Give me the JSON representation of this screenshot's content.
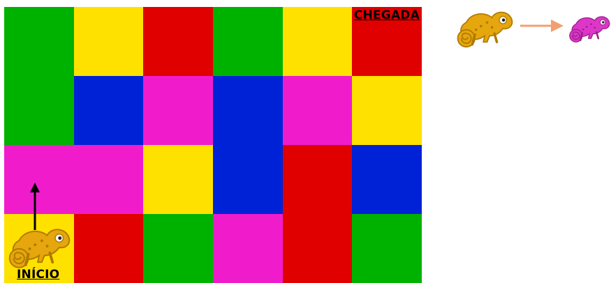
{
  "board": {
    "rows": [
      [
        "green",
        "yellow",
        "red",
        "green",
        "yellow",
        "red"
      ],
      [
        "green",
        "blue",
        "magenta",
        "blue",
        "magenta",
        "yellow"
      ],
      [
        "magenta",
        "magenta",
        "yellow",
        "blue",
        "red",
        "blue"
      ],
      [
        "yellow",
        "red",
        "green",
        "magenta",
        "red",
        "green"
      ]
    ],
    "finish_label": "CHEGADA",
    "start_label": "INÍCIO",
    "finish_cell": [
      0,
      5
    ],
    "start_cell": [
      3,
      0
    ]
  },
  "palette": {
    "green": "#00b200",
    "yellow": "#ffe100",
    "red": "#e00000",
    "blue": "#0022d6",
    "magenta": "#f01ccc"
  },
  "chameleon": {
    "start_color": "#e5a60e",
    "rule_from_color": "#e5a60e",
    "rule_to_color": "#dd36c8",
    "arrow_color": "#f0a070"
  },
  "move_arrow": {
    "direction": "up",
    "color": "#000000"
  }
}
